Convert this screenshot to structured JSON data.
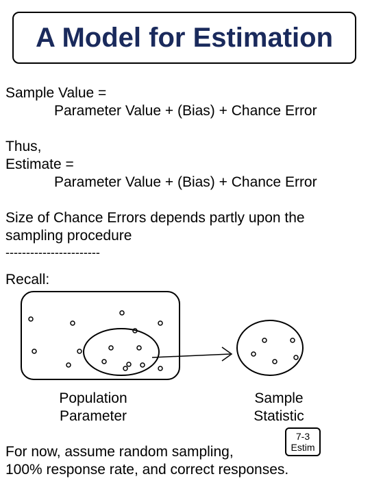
{
  "title": "A Model for Estimation",
  "lines": {
    "sample_value": "Sample Value =",
    "formula1": "Parameter Value + (Bias) + Chance Error",
    "thus": "Thus,",
    "estimate": "Estimate =",
    "formula2": "Parameter Value + (Bias) + Chance Error",
    "size_line1": "Size of Chance Errors depends partly upon the",
    "size_line2": "sampling procedure",
    "dashes": "-----------------------",
    "recall": "Recall:"
  },
  "diagram": {
    "population_label_1": "Population",
    "population_label_2": "Parameter",
    "sample_label_1": "Sample",
    "sample_label_2": "Statistic"
  },
  "badge": {
    "line1": "7-3",
    "line2": "Estim"
  },
  "footer": {
    "line1": "For now, assume random sampling,",
    "line2": "100% response rate, and correct responses."
  },
  "colors": {
    "title": "#1a2a5c"
  }
}
